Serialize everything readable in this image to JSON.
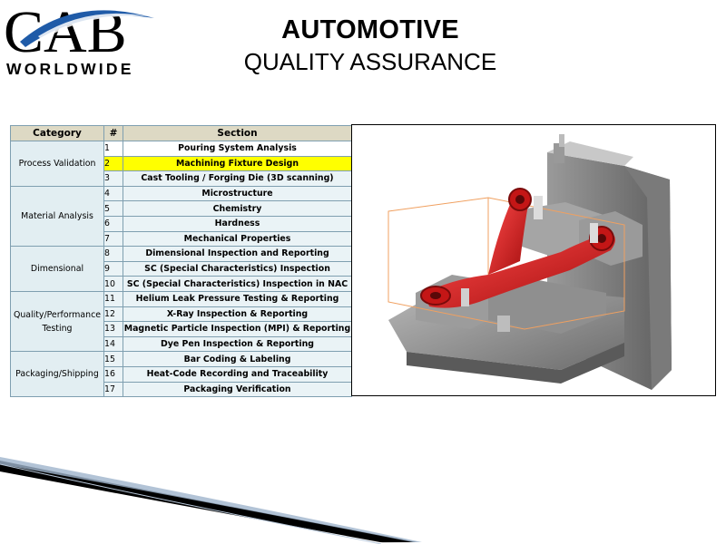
{
  "logo": {
    "letters": "CAB",
    "tagline": "WORLDWIDE"
  },
  "header": {
    "title": "AUTOMOTIVE",
    "subtitle": "QUALITY ASSURANCE"
  },
  "table": {
    "headers": {
      "category": "Category",
      "number": "#",
      "section": "Section"
    },
    "groups": [
      {
        "category": "Process Validation",
        "rows": [
          {
            "num": "1",
            "section": "Pouring System Analysis"
          },
          {
            "num": "2",
            "section": "Machining Fixture Design"
          },
          {
            "num": "3",
            "section": "Cast Tooling / Forging Die (3D scanning)"
          }
        ]
      },
      {
        "category": "Material Analysis",
        "rows": [
          {
            "num": "4",
            "section": "Microstructure"
          },
          {
            "num": "5",
            "section": "Chemistry"
          },
          {
            "num": "6",
            "section": "Hardness"
          },
          {
            "num": "7",
            "section": "Mechanical Properties"
          }
        ]
      },
      {
        "category": "Dimensional",
        "rows": [
          {
            "num": "8",
            "section": "Dimensional Inspection and Reporting"
          },
          {
            "num": "9",
            "section": "SC (Special Characteristics) Inspection"
          },
          {
            "num": "10",
            "section": "SC (Special Characteristics) Inspection in NAC"
          }
        ]
      },
      {
        "category": "Quality/Performance Testing",
        "rows": [
          {
            "num": "11",
            "section": "Helium Leak Pressure Testing & Reporting"
          },
          {
            "num": "12",
            "section": "X-Ray Inspection & Reporting"
          },
          {
            "num": "13",
            "section": "Magnetic Particle Inspection (MPI) & Reporting"
          },
          {
            "num": "14",
            "section": "Dye Pen Inspection & Reporting"
          }
        ]
      },
      {
        "category": "Packaging/Shipping",
        "rows": [
          {
            "num": "15",
            "section": "Bar Coding & Labeling"
          },
          {
            "num": "16",
            "section": "Heat-Code Recording and Traceability"
          },
          {
            "num": "17",
            "section": "Packaging Verification"
          }
        ]
      }
    ],
    "highlighted_row": "2"
  },
  "colors": {
    "highlight": "#ffff00",
    "header_bg": "#ddd9c4",
    "category_bg": "#e2eef2",
    "logo_blue": "#1f5ba8",
    "part_red": "#cc1a1a",
    "fixture_gray": "#8a8a8a"
  }
}
